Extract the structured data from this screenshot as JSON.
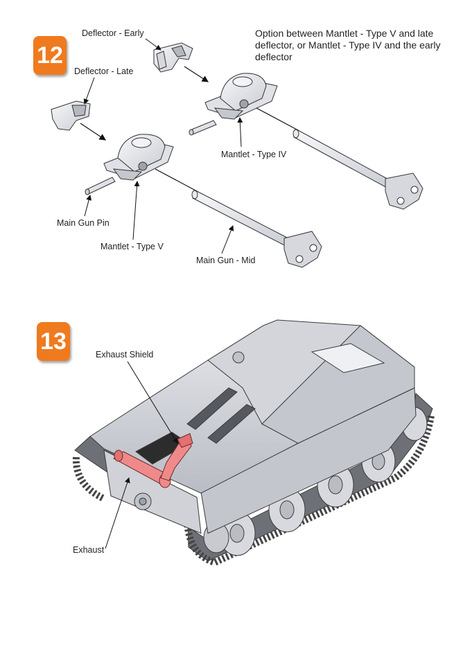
{
  "step12": {
    "number": "12",
    "note": "Option between Mantlet - Type V and late deflector, or Mantlet - Type IV and the early deflector",
    "labels": {
      "deflector_early": "Deflector - Early",
      "deflector_late": "Deflector - Late",
      "mantlet_type_iv": "Mantlet - Type IV",
      "main_gun_pin": "Main Gun Pin",
      "mantlet_type_v": "Mantlet - Type V",
      "main_gun_mid": "Main Gun - Mid"
    }
  },
  "step13": {
    "number": "13",
    "labels": {
      "exhaust_shield": "Exhaust Shield",
      "exhaust": "Exhaust"
    }
  },
  "colors": {
    "badge": "#f07a1e",
    "highlight_part": "#f08a8a",
    "part_fill": "#eceef2",
    "line": "#2a2a2a"
  }
}
